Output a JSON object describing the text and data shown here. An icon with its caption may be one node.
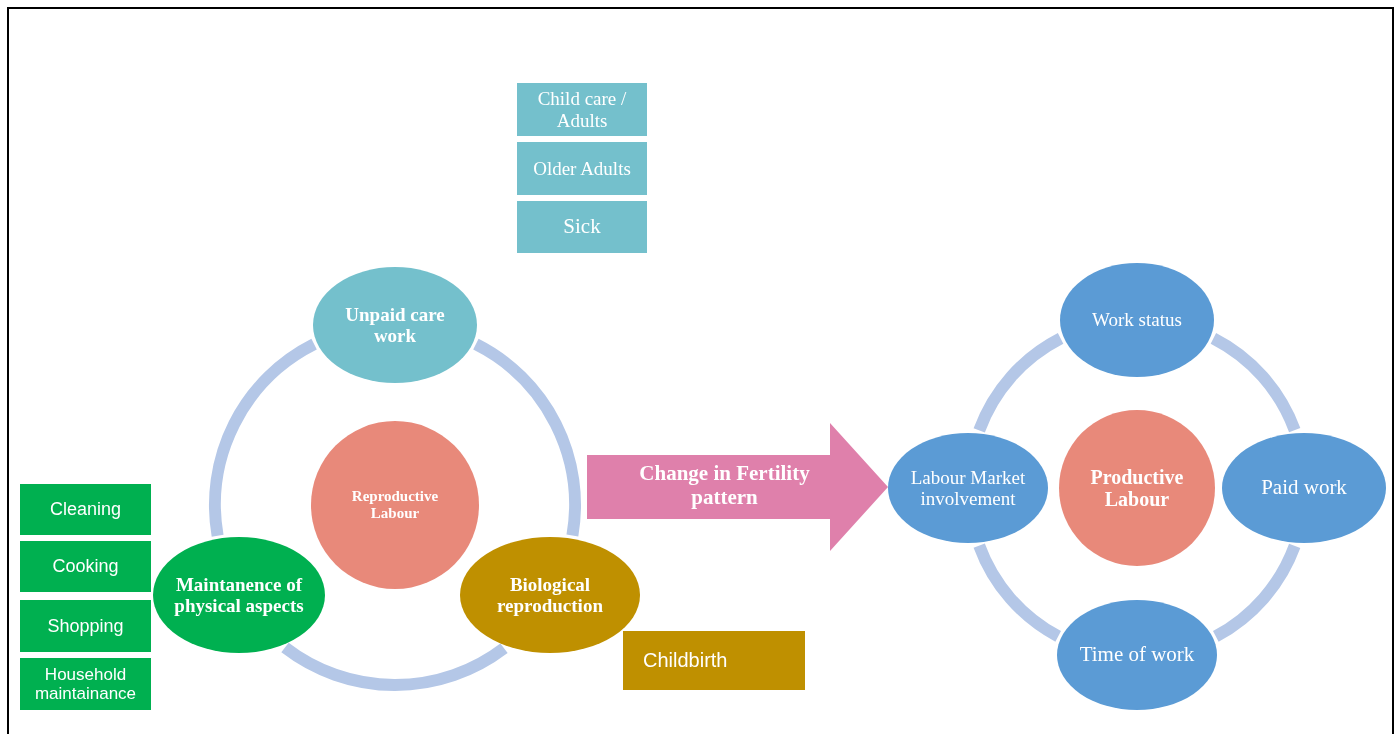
{
  "diagram": {
    "nodes": [
      {
        "text": [
          "Child care / Adults"
        ]
      },
      {
        "text": [
          "Older Adults"
        ]
      },
      {
        "text": [
          "Sick"
        ]
      },
      {
        "text": [
          "Unpaid care work"
        ]
      },
      {
        "text": [
          "Reproductive Labour"
        ]
      },
      {
        "text": [
          "Cleaning"
        ]
      },
      {
        "text": [
          "Cooking"
        ]
      },
      {
        "text": [
          "Shopping"
        ]
      },
      {
        "text": [
          "Household maintainance"
        ]
      },
      {
        "text": [
          "Maintanence of physical aspects"
        ]
      },
      {
        "text": [
          "Biological reproduction"
        ]
      },
      {
        "text": [
          "Childbirth"
        ]
      },
      {
        "text": [
          "Work status"
        ]
      },
      {
        "text": [
          "Labour Market involvement"
        ]
      },
      {
        "text": [
          "Productive Labour"
        ]
      },
      {
        "text": [
          "Paid work"
        ]
      },
      {
        "text": [
          "Time of work"
        ]
      }
    ],
    "edges": [
      {
        "from": 3,
        "to": 10,
        "arrow": "none"
      },
      {
        "from": 10,
        "to": 9,
        "arrow": "none"
      },
      {
        "from": 9,
        "to": 3,
        "arrow": "none"
      },
      {
        "from": 12,
        "to": 15,
        "arrow": "none"
      },
      {
        "from": 15,
        "to": 16,
        "arrow": "none"
      },
      {
        "from": 16,
        "to": 13,
        "arrow": "none"
      },
      {
        "from": 13,
        "to": 12,
        "arrow": "none"
      },
      {
        "from": 10,
        "to": 13,
        "arrow": "to",
        "label": "Change in Fertility pattern",
        "style": "thick",
        "color": "#df80ab"
      }
    ]
  }
}
